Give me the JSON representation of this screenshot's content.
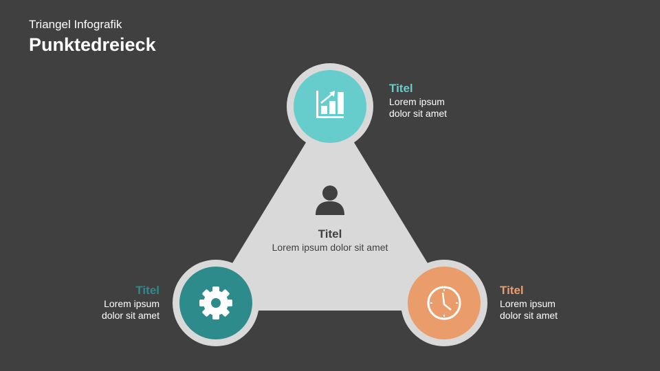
{
  "header": {
    "subtitle": "Triangel Infografik",
    "title": "Punktedreieck"
  },
  "colors": {
    "top": "#66CCCC",
    "left": "#2E8B8B",
    "right": "#EB9C6B",
    "ring": "#D9D9D9",
    "background": "#404040"
  },
  "center": {
    "icon": "user-icon",
    "title": "Titel",
    "text": "Lorem ipsum dolor sit amet"
  },
  "nodes": [
    {
      "icon": "chart-growth-icon",
      "title": "Titel",
      "line1": "Lorem ipsum",
      "line2": "dolor sit amet"
    },
    {
      "icon": "gear-icon",
      "title": "Titel",
      "line1": "Lorem ipsum",
      "line2": "dolor sit amet"
    },
    {
      "icon": "clock-icon",
      "title": "Titel",
      "line1": "Lorem ipsum",
      "line2": "dolor sit amet"
    }
  ]
}
